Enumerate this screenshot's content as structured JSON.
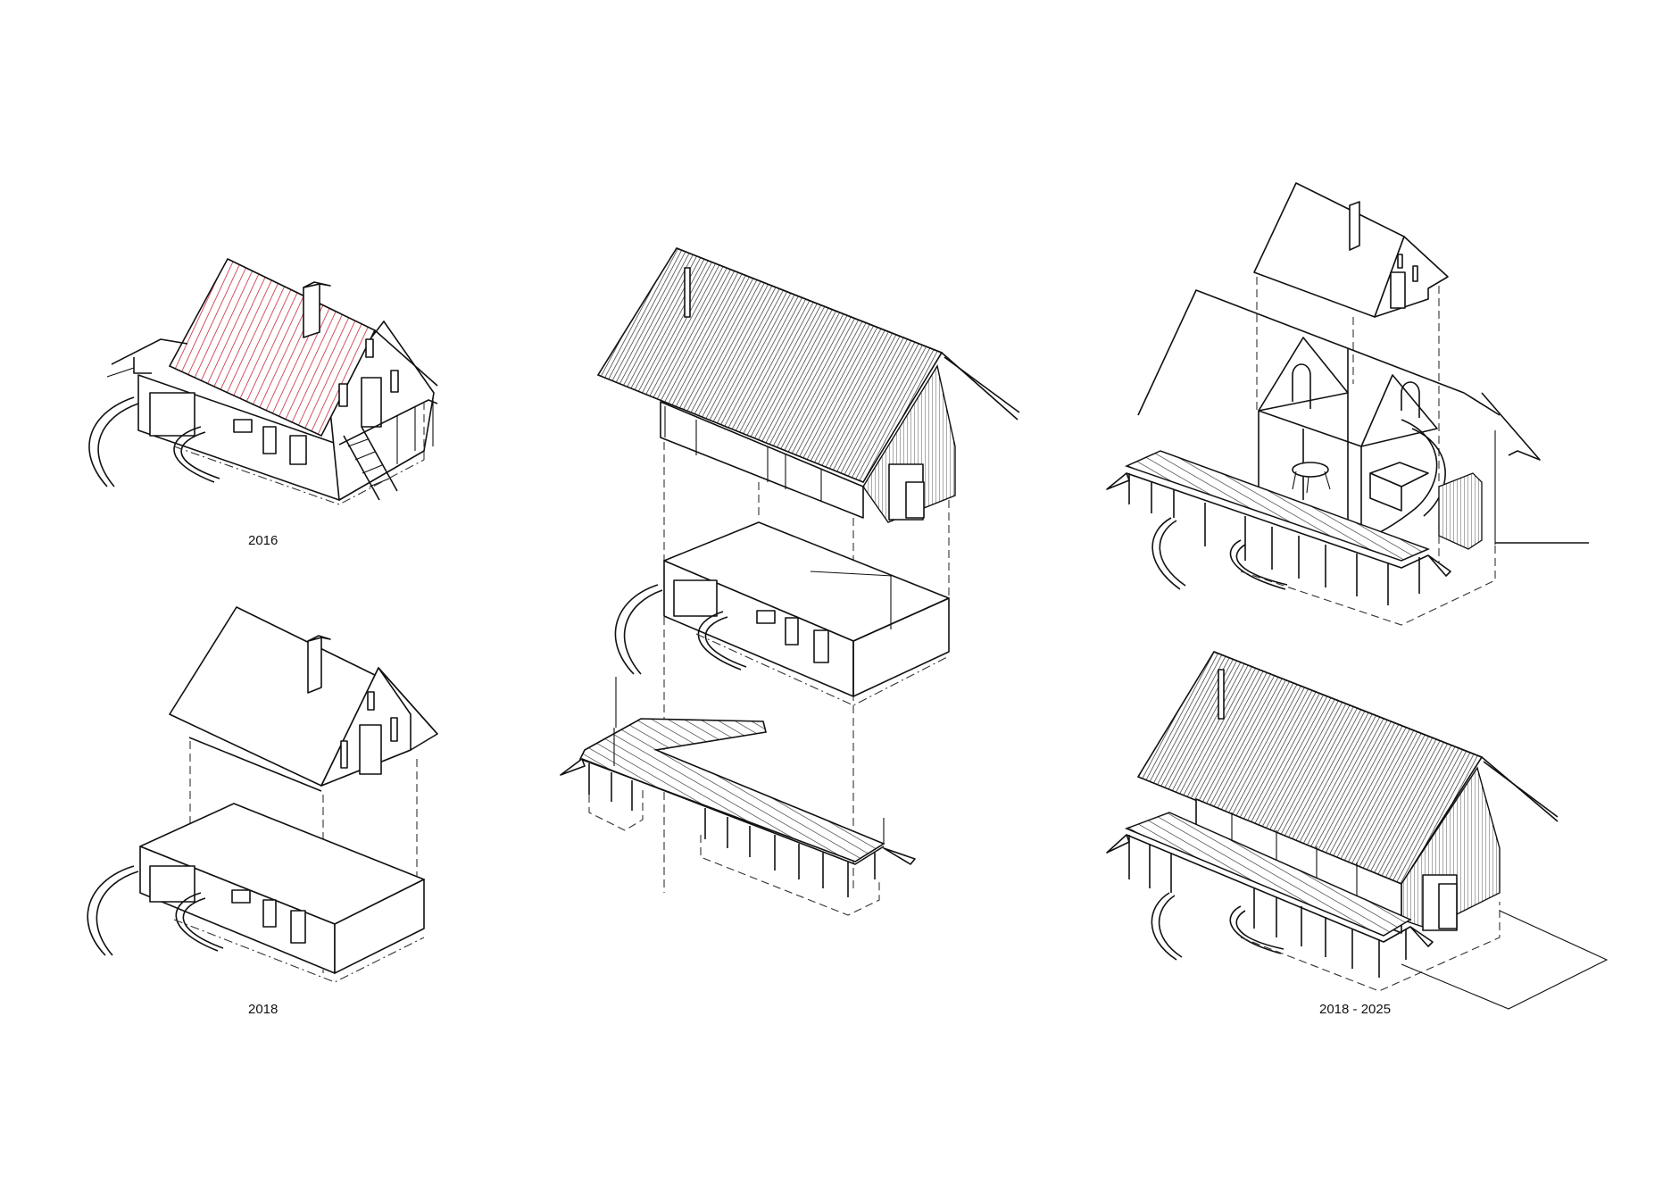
{
  "diagram": {
    "type": "exploded-axonometric",
    "background": "#ffffff",
    "line_color": "#111111",
    "existing_roof_hatch_color": "#c8283c",
    "new_roof_hatch_color": "#222222"
  },
  "panels": [
    {
      "id": "2016",
      "label": "2016",
      "description": "Original house with red-hatched pitched roof, chimney, side balcony with stair, garage ramp walls"
    },
    {
      "id": "2018",
      "label": "2018",
      "description": "Exploded: original roof/upper floor lifted above base volume with garage"
    },
    {
      "id": "transformation",
      "label": "",
      "description": "Exploded: new corrugated roof volume, existing base with extension outline, new wooden deck on posts"
    },
    {
      "id": "2018-2025",
      "label": "2018 - 2025",
      "description": "Exploded interior with old house volume, dining table, spiral stair, deck; assembled final house below"
    }
  ],
  "captions": {
    "c2016": "2016",
    "c2018": "2018",
    "c2025": "2018 - 2025"
  }
}
